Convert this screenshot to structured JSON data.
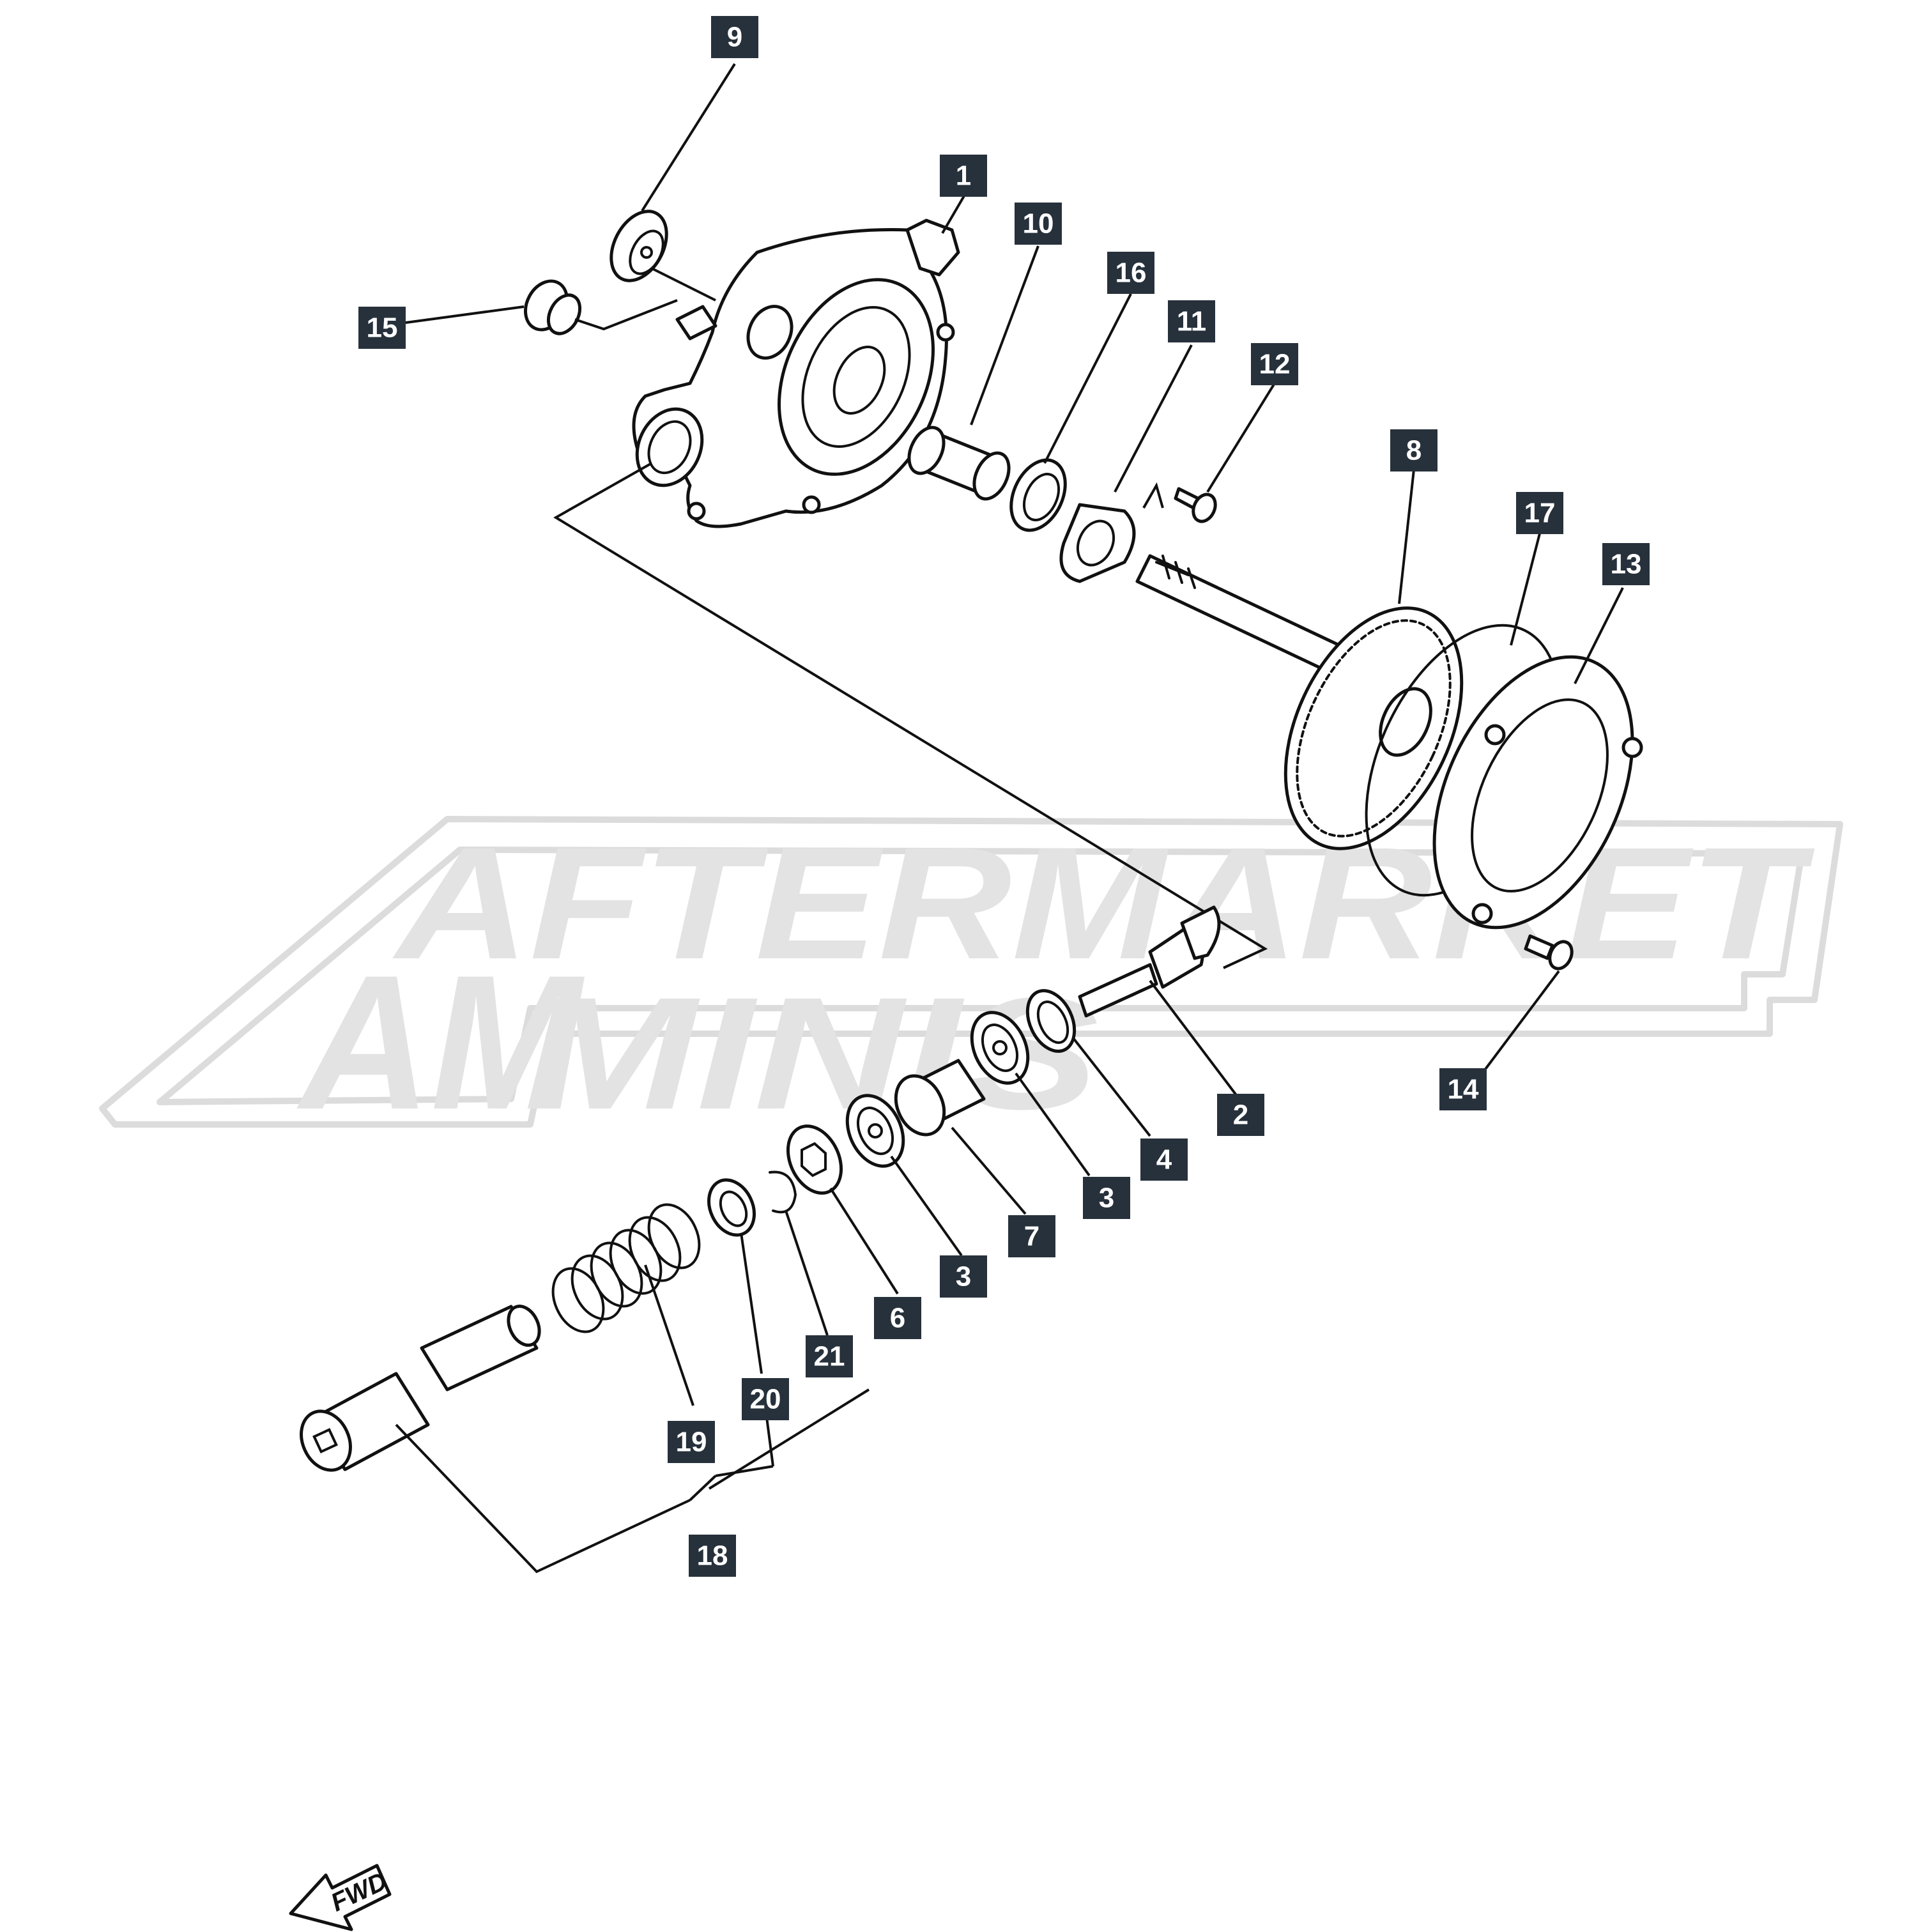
{
  "watermark": {
    "line1": "AFTERMARKET",
    "line2": "MINIS",
    "monogram": "AM"
  },
  "direction_marker": {
    "label": "FWD"
  },
  "callouts": [
    {
      "id": "c1",
      "label": "1"
    },
    {
      "id": "c2",
      "label": "2"
    },
    {
      "id": "c3a",
      "label": "3"
    },
    {
      "id": "c3b",
      "label": "3"
    },
    {
      "id": "c4",
      "label": "4"
    },
    {
      "id": "c6",
      "label": "6"
    },
    {
      "id": "c7",
      "label": "7"
    },
    {
      "id": "c8",
      "label": "8"
    },
    {
      "id": "c9",
      "label": "9"
    },
    {
      "id": "c10",
      "label": "10"
    },
    {
      "id": "c11",
      "label": "11"
    },
    {
      "id": "c12",
      "label": "12"
    },
    {
      "id": "c13",
      "label": "13"
    },
    {
      "id": "c14",
      "label": "14"
    },
    {
      "id": "c15",
      "label": "15"
    },
    {
      "id": "c16",
      "label": "16"
    },
    {
      "id": "c17",
      "label": "17"
    },
    {
      "id": "c18",
      "label": "18"
    },
    {
      "id": "c19",
      "label": "19"
    },
    {
      "id": "c20",
      "label": "20"
    },
    {
      "id": "c21",
      "label": "21"
    }
  ],
  "colors": {
    "callout_bg": "#27313b",
    "callout_text": "#ffffff",
    "line": "#111111",
    "watermark": "#dcdcdc"
  }
}
